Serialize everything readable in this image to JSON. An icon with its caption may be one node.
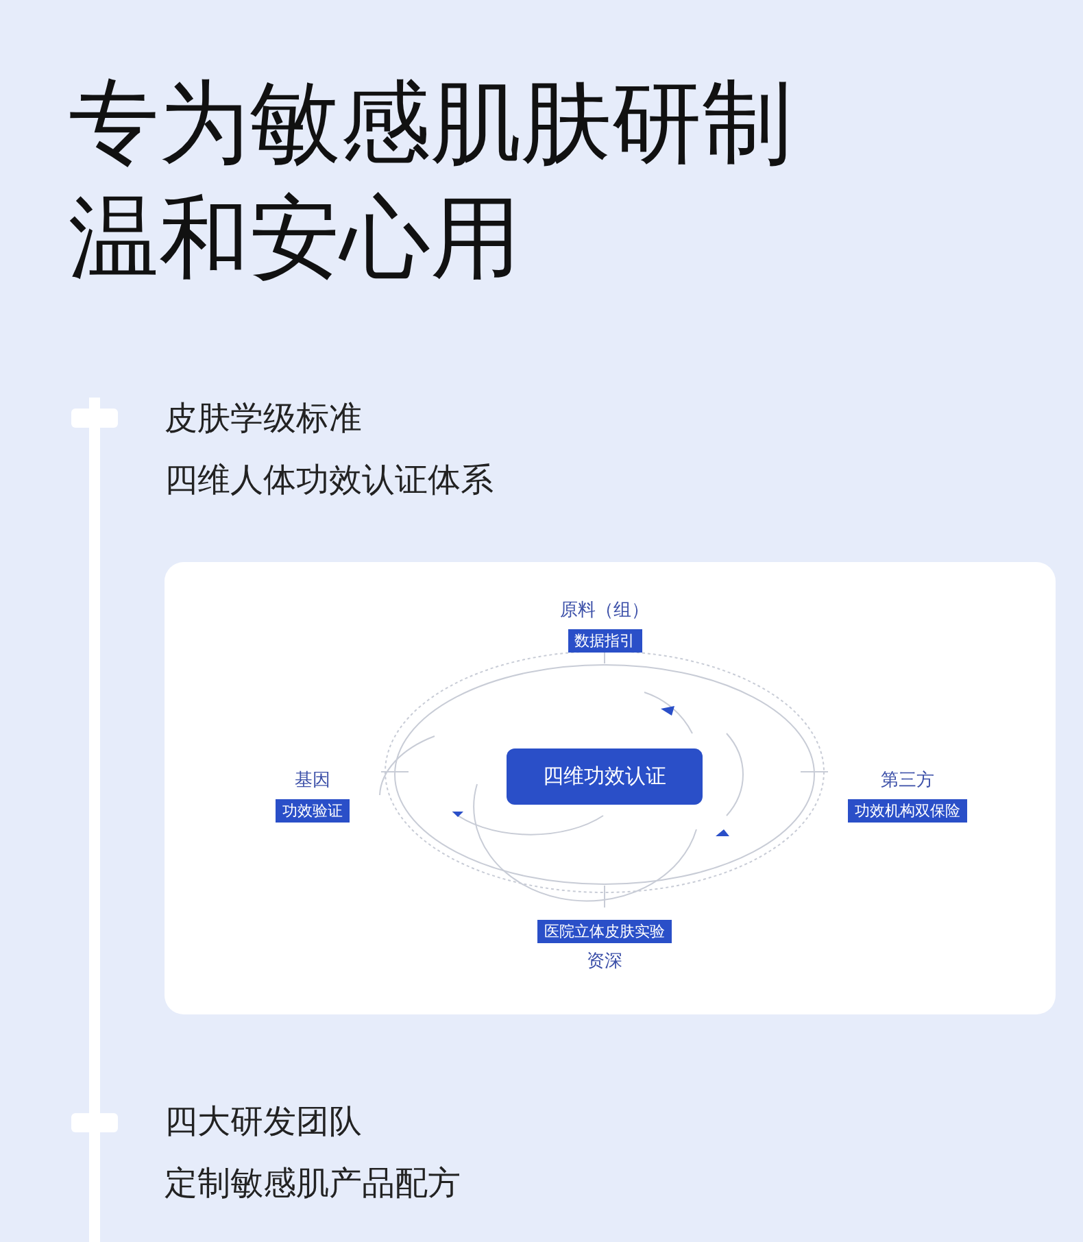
{
  "diagram": {
    "title": "专为敏感肌肤研制温和安心用",
    "nodes": [
      {
        "text": [
          "四维功效认证"
        ]
      },
      {
        "text": [
          "原料（组）",
          "数据指引"
        ]
      },
      {
        "text": [
          "基因",
          "功效验证"
        ]
      },
      {
        "text": [
          "第三方",
          "功效机构双保险"
        ]
      },
      {
        "text": [
          "医院立体皮肤实验",
          "资深"
        ]
      }
    ],
    "edges": [],
    "labels": [
      "皮肤学级标准",
      "四维人体功效认证体系",
      "四大研发团队",
      "定制敏感肌产品配方"
    ]
  }
}
